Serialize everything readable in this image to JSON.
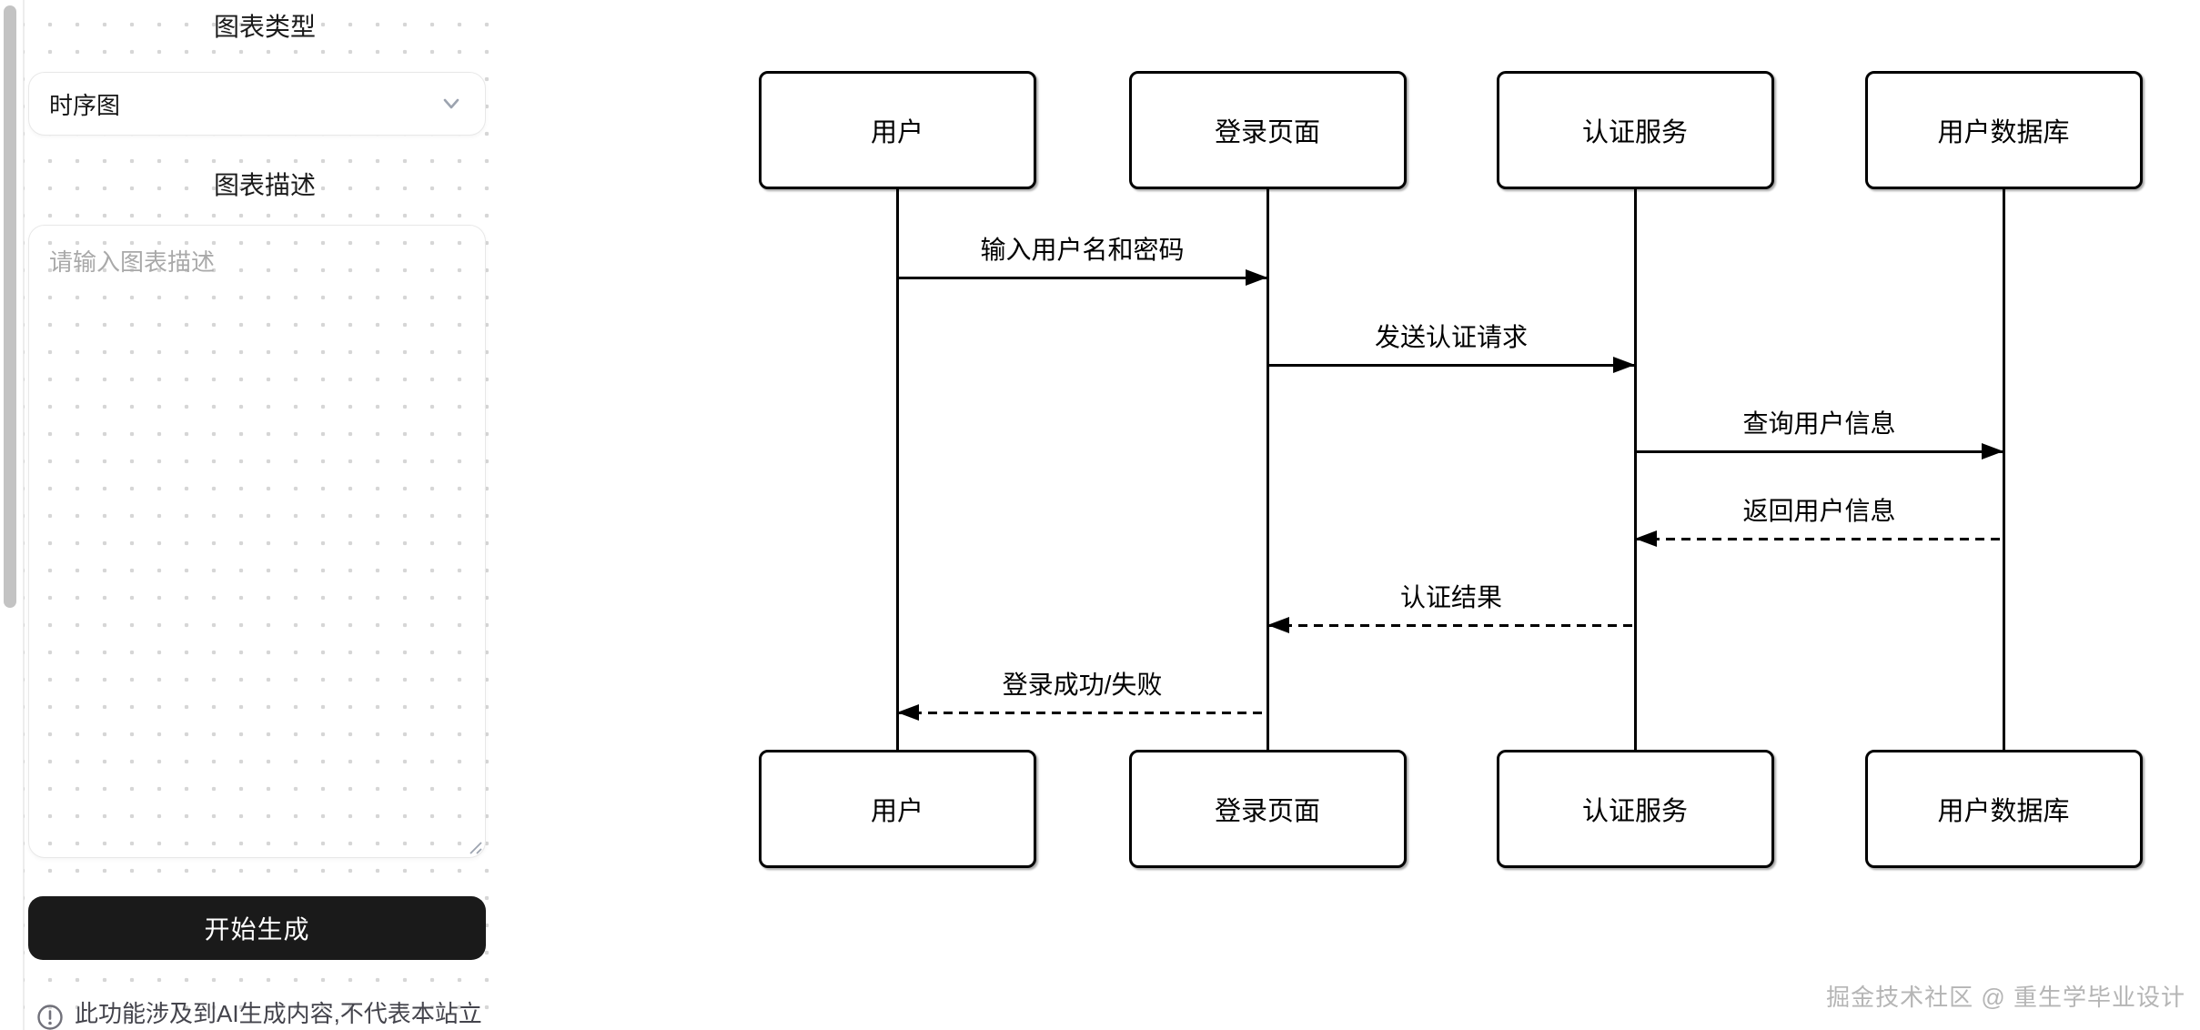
{
  "sidebar": {
    "chart_type_label": "图表类型",
    "chart_type_value": "时序图",
    "chart_desc_label": "图表描述",
    "textarea_placeholder": "请输入图表描述",
    "generate_button": "开始生成",
    "disclaimer": "此功能涉及到AI生成内容,不代表本站立"
  },
  "watermark": "掘金技术社区 @ 重生学毕业设计",
  "chart_data": {
    "type": "sequence-diagram",
    "actors": [
      "用户",
      "登录页面",
      "认证服务",
      "用户数据库"
    ],
    "messages": [
      {
        "from": "用户",
        "to": "登录页面",
        "text": "输入用户名和密码",
        "line": "solid"
      },
      {
        "from": "登录页面",
        "to": "认证服务",
        "text": "发送认证请求",
        "line": "solid"
      },
      {
        "from": "认证服务",
        "to": "用户数据库",
        "text": "查询用户信息",
        "line": "solid"
      },
      {
        "from": "用户数据库",
        "to": "认证服务",
        "text": "返回用户信息",
        "line": "dashed"
      },
      {
        "from": "认证服务",
        "to": "登录页面",
        "text": "认证结果",
        "line": "dashed"
      },
      {
        "from": "登录页面",
        "to": "用户",
        "text": "登录成功/失败",
        "line": "dashed"
      }
    ]
  }
}
